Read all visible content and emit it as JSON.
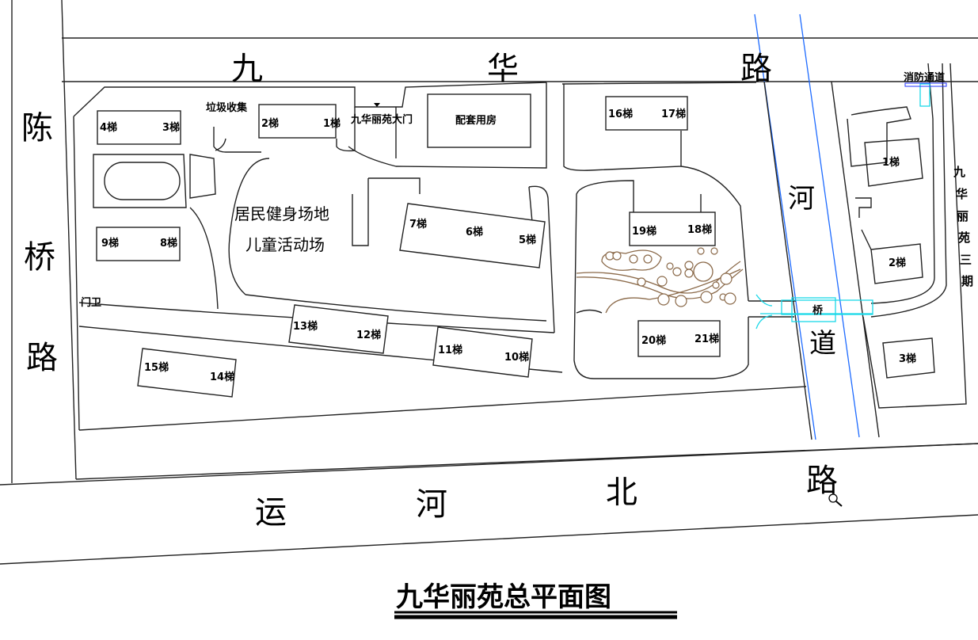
{
  "title": "九华丽苑总平面图",
  "roads": {
    "top": [
      "九",
      "华",
      "路"
    ],
    "left": [
      "陈",
      "桥",
      "路"
    ],
    "bottom": [
      "运",
      "河",
      "北",
      "路"
    ],
    "river": [
      "河",
      "道"
    ]
  },
  "labels": {
    "gate": "九华丽苑大门",
    "garbage": "垃圾收集",
    "facility": "配套用房",
    "fitness_line1": "居民健身场地",
    "fitness_line2": "儿童活动场",
    "guard": "门卫",
    "bridge": "桥",
    "fire_lane": "消防通道",
    "phase3": [
      "九",
      "华",
      "丽",
      "苑",
      "三",
      "期"
    ]
  },
  "buildings": {
    "b4": "4梯",
    "b3": "3梯",
    "b2": "2梯",
    "b1": "1梯",
    "b16": "16梯",
    "b17": "17梯",
    "b9": "9梯",
    "b8": "8梯",
    "b7": "7梯",
    "b6": "6梯",
    "b5": "5梯",
    "b19": "19梯",
    "b18": "18梯",
    "b13": "13梯",
    "b12": "12梯",
    "b11": "11梯",
    "b10": "10梯",
    "b15": "15梯",
    "b14": "14梯",
    "b20": "20梯",
    "b21": "21梯",
    "p3_1": "1梯",
    "p3_2": "2梯",
    "p3_3": "3梯"
  },
  "colors": {
    "river": "#1e6bff",
    "bridge": "#19d8e8",
    "garden": "#8b6a4a"
  }
}
